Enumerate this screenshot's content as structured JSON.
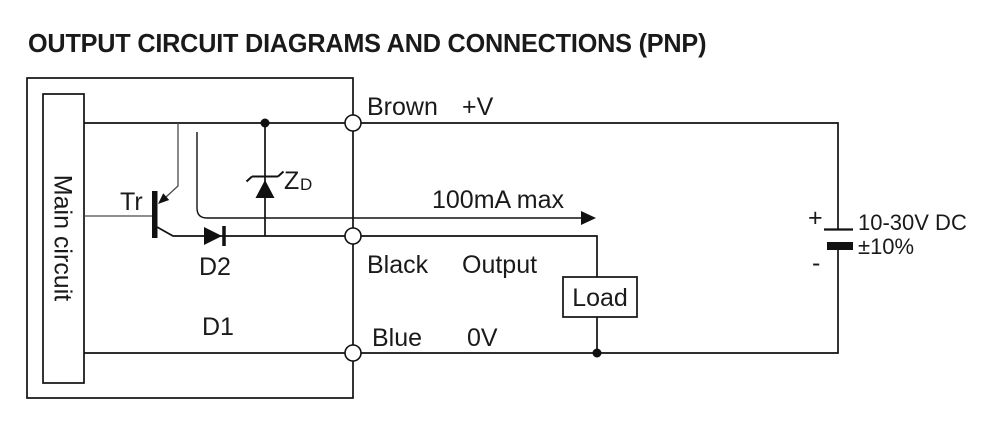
{
  "title": "OUTPUT CIRCUIT DIAGRAMS AND CONNECTIONS (PNP)",
  "colors": {
    "background": "#ffffff",
    "line": "#111111",
    "thin_line": "#4a4a4a",
    "text": "#1a1a1a"
  },
  "sensor": {
    "main_circuit_label": "Main circuit"
  },
  "components": {
    "transistor_label": "Tr",
    "zener_label_main": "Z",
    "zener_label_sub": "D",
    "diode2_label": "D2",
    "diode1_label": "D1",
    "load_label": "Load"
  },
  "wires": {
    "brown": {
      "color_name": "Brown",
      "signal": "+V"
    },
    "black": {
      "color_name": "Black",
      "signal": "Output"
    },
    "blue": {
      "color_name": "Blue",
      "signal": "0V"
    }
  },
  "annotations": {
    "current_max": "100mA max"
  },
  "power": {
    "plus": "+",
    "minus": "-",
    "voltage": "10-30V DC",
    "tolerance": "±10%"
  }
}
